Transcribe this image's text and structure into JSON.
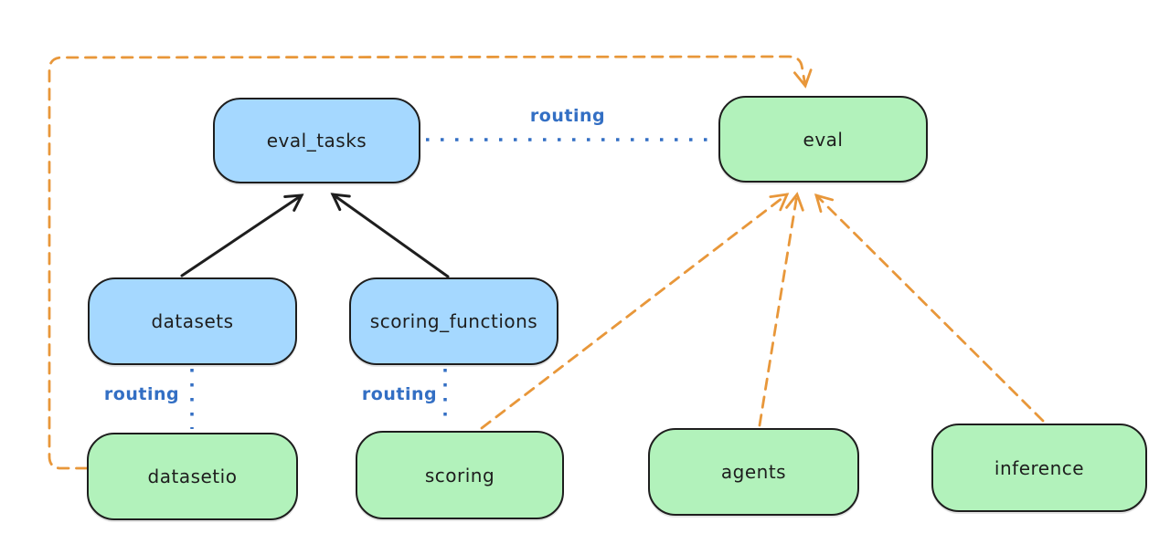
{
  "nodes": {
    "eval_tasks": {
      "label": "eval_tasks",
      "kind": "api",
      "fill": "#a5d8ff"
    },
    "eval": {
      "label": "eval",
      "kind": "provider",
      "fill": "#b2f2bb"
    },
    "datasets": {
      "label": "datasets",
      "kind": "api",
      "fill": "#a5d8ff"
    },
    "scoring_functions": {
      "label": "scoring_functions",
      "kind": "api",
      "fill": "#a5d8ff"
    },
    "datasetio": {
      "label": "datasetio",
      "kind": "provider",
      "fill": "#b2f2bb"
    },
    "scoring": {
      "label": "scoring",
      "kind": "provider",
      "fill": "#b2f2bb"
    },
    "agents": {
      "label": "agents",
      "kind": "provider",
      "fill": "#b2f2bb"
    },
    "inference": {
      "label": "inference",
      "kind": "provider",
      "fill": "#b2f2bb"
    }
  },
  "edge_labels": {
    "eval_tasks_eval": "routing",
    "datasets_datasetio": "routing",
    "scoring_functions_scoring": "routing"
  },
  "edges": [
    {
      "from": "datasets",
      "to": "eval_tasks",
      "style": "solid-black-arrow"
    },
    {
      "from": "scoring_functions",
      "to": "eval_tasks",
      "style": "solid-black-arrow"
    },
    {
      "from": "eval_tasks",
      "to": "eval",
      "style": "dotted-blue",
      "label": "routing"
    },
    {
      "from": "datasets",
      "to": "datasetio",
      "style": "dotted-blue",
      "label": "routing"
    },
    {
      "from": "scoring_functions",
      "to": "scoring",
      "style": "dotted-blue",
      "label": "routing"
    },
    {
      "from": "datasetio",
      "to": "eval",
      "style": "dashed-orange-arrow"
    },
    {
      "from": "scoring",
      "to": "eval",
      "style": "dashed-orange-arrow"
    },
    {
      "from": "agents",
      "to": "eval",
      "style": "dashed-orange-arrow"
    },
    {
      "from": "inference",
      "to": "eval",
      "style": "dashed-orange-arrow"
    }
  ],
  "colors": {
    "blue_fill": "#a5d8ff",
    "green_fill": "#b2f2bb",
    "stroke": "#1e1e1e",
    "orange_connector": "#e8973a",
    "blue_connector": "#336fc4",
    "background": "#ffffff"
  }
}
